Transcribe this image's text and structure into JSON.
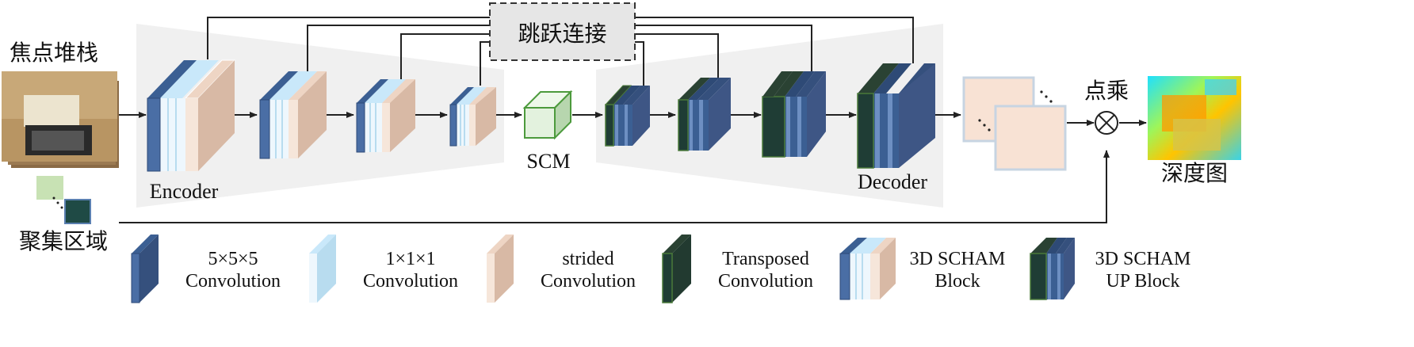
{
  "input": {
    "label": "焦点堆栈"
  },
  "focus_region": {
    "label": "聚集区域"
  },
  "skip_connection": {
    "label": "跳跃连接"
  },
  "encoder": {
    "label": "Encoder"
  },
  "bottleneck": {
    "label": "SCM"
  },
  "decoder": {
    "label": "Decoder"
  },
  "multiply": {
    "label": "点乘"
  },
  "output": {
    "label": "深度图"
  },
  "legend": [
    {
      "line1": "5×5×5",
      "line2": "Convolution"
    },
    {
      "line1": "1×1×1",
      "line2": "Convolution"
    },
    {
      "line1": "strided",
      "line2": "Convolution"
    },
    {
      "line1": "Transposed",
      "line2": "Convolution"
    },
    {
      "line1": "3D SCHAM",
      "line2": "Block"
    },
    {
      "line1": "3D SCHAM",
      "line2": "UP Block"
    }
  ],
  "colors": {
    "conv5": "#4a6ea5",
    "conv1": "#d8eefb",
    "strided": "#eed5c4",
    "transposed": "#1f3d35",
    "bg_panel": "#f0f0f0",
    "scm": "#dcefd8"
  }
}
